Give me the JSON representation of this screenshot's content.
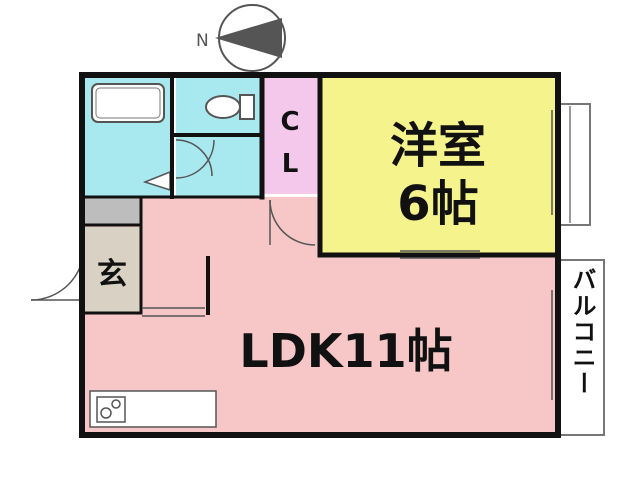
{
  "compass": {
    "north_label": "N"
  },
  "rooms": {
    "western_room": {
      "name": "洋室",
      "size": "6帖",
      "color": "#f5f38c"
    },
    "ldk": {
      "name": "LDK11帖",
      "color": "#f7c6c6"
    },
    "closet": {
      "line1": "C",
      "line2": "L",
      "color": "#f3c8ea"
    },
    "entrance": {
      "name": "玄",
      "color": "#d9d2c4"
    },
    "balcony": {
      "name": "バルコニー",
      "color": "#ffffff"
    }
  },
  "colors": {
    "wall": "#111111",
    "wet_area": "#a8e9f0",
    "fixture_grey": "#bdbdbd"
  },
  "icons": [
    "compass-icon",
    "bathtub-icon",
    "toilet-icon",
    "stove-icon",
    "door-swing-icon",
    "window-icon"
  ]
}
